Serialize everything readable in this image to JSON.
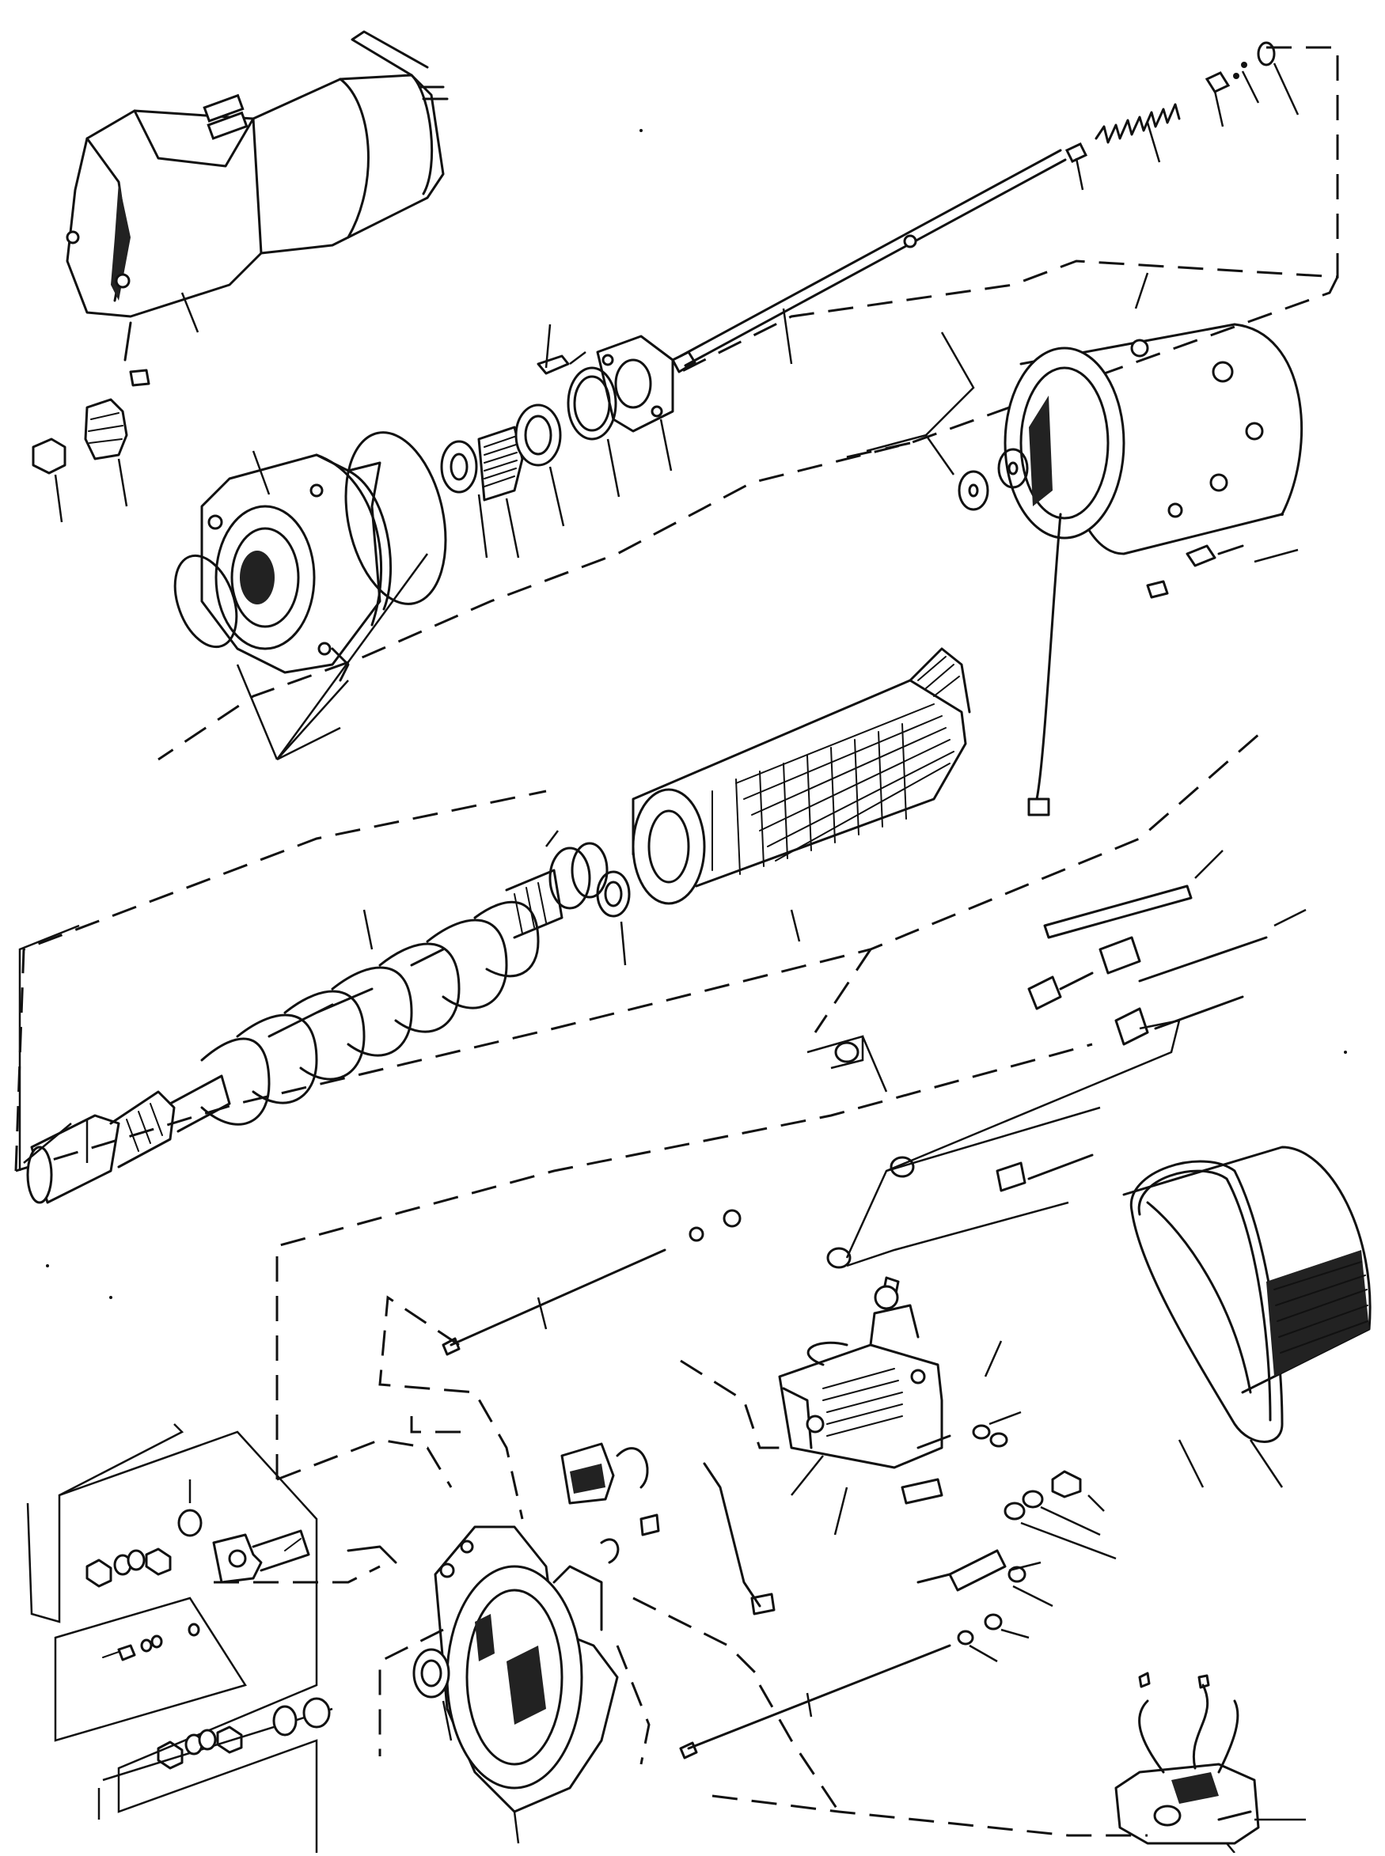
{
  "diagram": {
    "kind": "exploded-view line drawing",
    "line_color": "#111111",
    "background": "#ffffff",
    "parts": [
      "starter-motor-assembly",
      "solenoid-plunger-rod",
      "plunger-spring",
      "drive-end-housing",
      "o-ring-seal",
      "roller-bearing",
      "bearing-race",
      "thrust-washer",
      "bearing-retainer-plate",
      "pinion-gear",
      "pinion-nut",
      "woodruff-key",
      "field-frame-housing",
      "armature",
      "shim-washers",
      "pinion-drive-shaft",
      "brush-holder-plate",
      "commutator-end-housing",
      "field-coil-band",
      "solenoid-switch",
      "terminal-stud-kit",
      "through-bolt",
      "relay-switch"
    ]
  }
}
